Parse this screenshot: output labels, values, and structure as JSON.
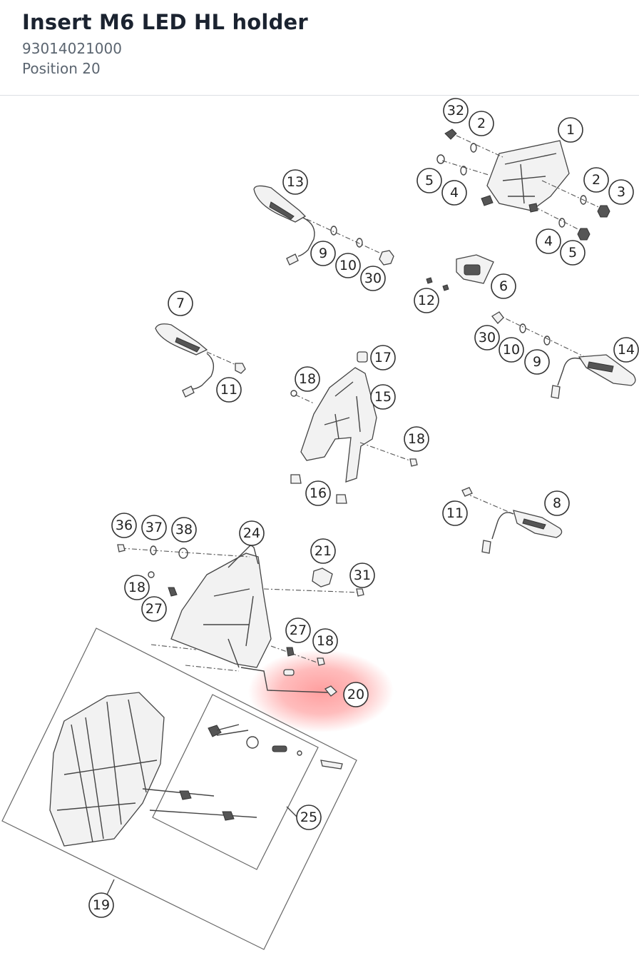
{
  "header": {
    "title": "Insert M6 LED HL holder",
    "part_number": "93014021000",
    "position": "Position 20"
  },
  "diagram": {
    "highlight_color": "#ff6b6b",
    "highlighted_callout": "20",
    "callouts": [
      "32",
      "2",
      "1",
      "5",
      "4",
      "2",
      "3",
      "4",
      "5",
      "13",
      "9",
      "10",
      "30",
      "6",
      "12",
      "7",
      "11",
      "17",
      "18",
      "15",
      "18",
      "16",
      "30",
      "10",
      "9",
      "14",
      "11",
      "8",
      "36",
      "37",
      "38",
      "24",
      "21",
      "31",
      "18",
      "27",
      "27",
      "18",
      "20",
      "25",
      "19"
    ]
  }
}
